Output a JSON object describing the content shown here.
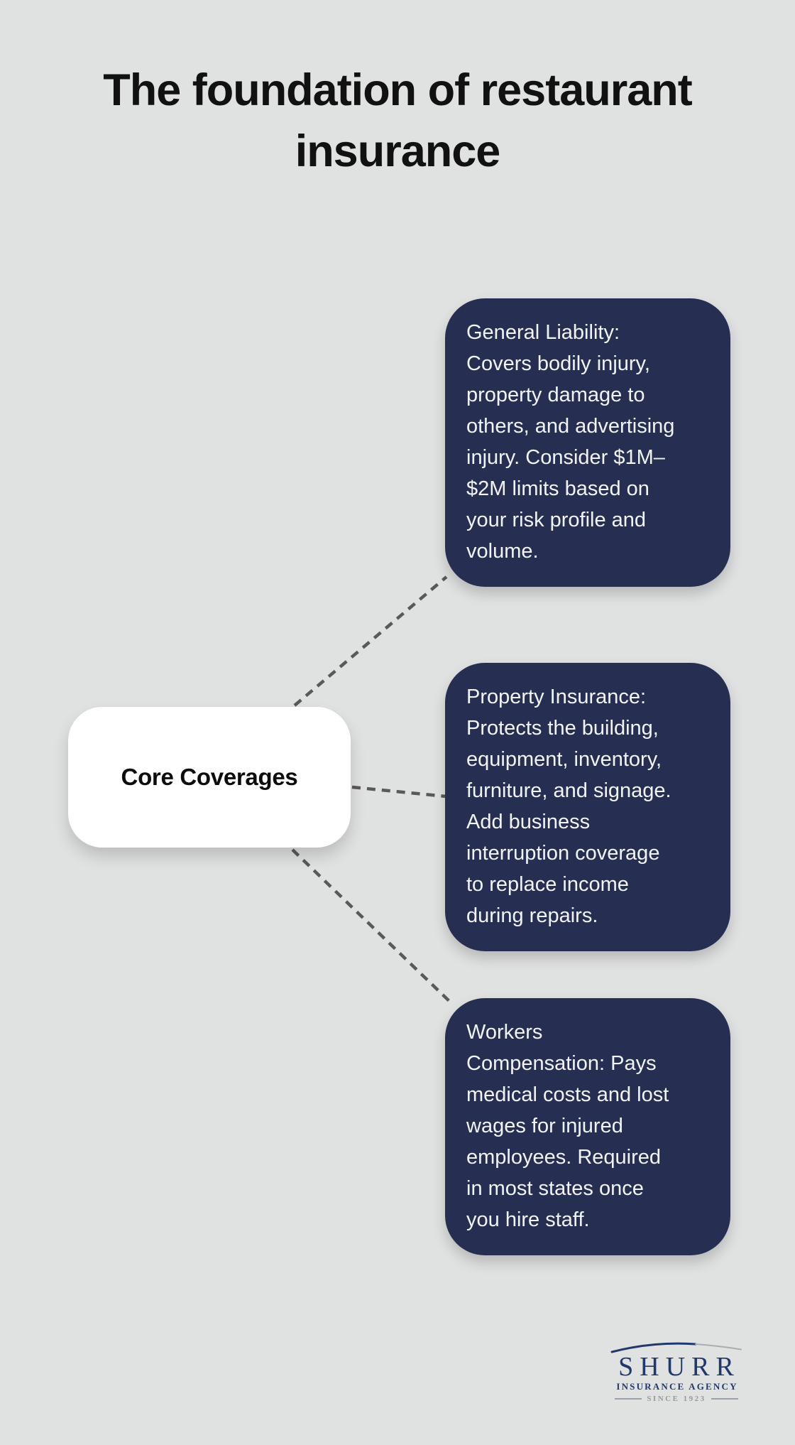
{
  "theme": {
    "background": "#e0e1e1",
    "card_navy": "#262e52",
    "card_text": "#f2f3f5",
    "node_bg": "#ffffff",
    "node_text": "#0c0c0c",
    "title_color": "#111111",
    "connector": "#595959",
    "logo_navy": "#21386b",
    "logo_swoosh_gray": "#a9adb3",
    "logo_rule_gray": "#9aa0a6",
    "logo_tagline_gray": "#97999f"
  },
  "title": "The foundation of restaurant insurance",
  "diagram": {
    "center_node": {
      "label": "Core Coverages"
    },
    "branches": [
      {
        "id": "general-liability",
        "text": "General Liability: Covers bodily injury, property damage to others, and advertising injury. Consider $1M–$2M limits based on your risk profile and volume."
      },
      {
        "id": "property-insurance",
        "text": "Property Insurance: Protects the building, equipment, inventory, furniture, and signage. Add business interruption coverage to replace income during repairs."
      },
      {
        "id": "workers-compensation",
        "text": "Workers Compensation: Pays medical costs and lost wages for injured employees. Required in most states once you hire staff."
      }
    ]
  },
  "logo": {
    "name": "SHURR",
    "subtitle": "INSURANCE AGENCY",
    "tagline": "SINCE 1923"
  }
}
